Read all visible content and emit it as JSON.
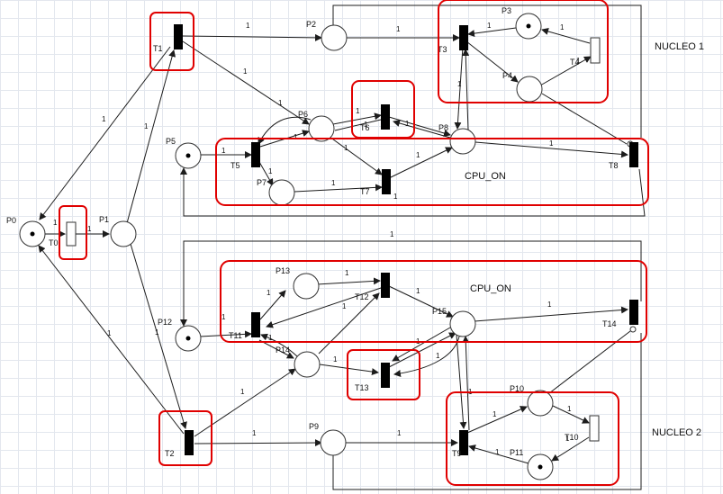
{
  "diagram": {
    "places": {
      "P0": "P0",
      "P1": "P1",
      "P2": "P2",
      "P3": "P3",
      "P4": "P4",
      "P5": "P5",
      "P6": "P6",
      "P7": "P7",
      "P8": "P8",
      "P9": "P9",
      "P10": "P10",
      "P11": "P11",
      "P12": "P12",
      "P13": "P13",
      "P14": "P14",
      "P15": "P15"
    },
    "transitions": {
      "T0": "T0",
      "T1": "T1",
      "T2": "T2",
      "T3": "T3",
      "T4": "T4",
      "T5": "T5",
      "T6": "T6",
      "T7": "T7",
      "T8": "T8",
      "T9": "T9",
      "T10": "T10",
      "T11": "T11",
      "T12": "T12",
      "T13": "T13",
      "T14": "T14"
    },
    "regions": {
      "nucleo1": "NUCLEO 1",
      "nucleo2": "NUCLEO 2",
      "cpu_on_1": "CPU_ON",
      "cpu_on_2": "CPU_ON"
    },
    "arc_weight": "1",
    "highlight_color": "#e00000"
  }
}
